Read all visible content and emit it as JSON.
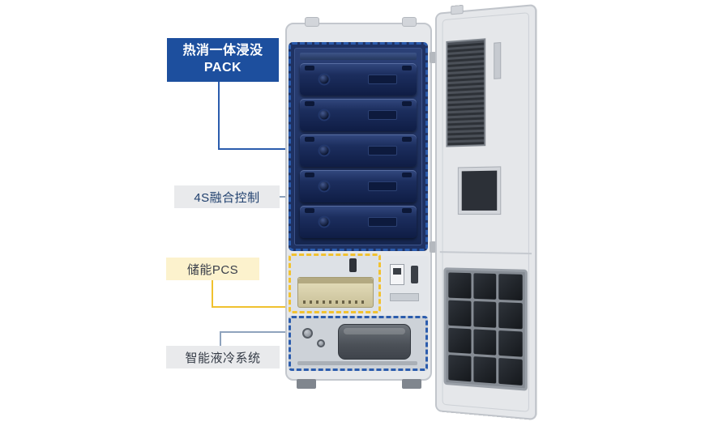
{
  "diagram": {
    "labels": {
      "pack": {
        "line1": "热消一体浸没",
        "line2": "PACK"
      },
      "control": {
        "text": "4S融合控制"
      },
      "pcs": {
        "text": "储能PCS"
      },
      "cooling": {
        "text": "智能液冷系统"
      }
    },
    "colors": {
      "pack_label_bg": "#1d4f9e",
      "pack_label_text": "#ffffff",
      "control_label_bg": "#e9eaec",
      "control_label_text": "#20406e",
      "pcs_label_bg": "#fcf2cd",
      "pcs_label_text": "#3a3f4a",
      "cooling_label_bg": "#e9eaec",
      "cooling_label_text": "#333a45",
      "pack_outline": "#2b5cad",
      "pcs_outline": "#f2c230",
      "cooling_outline": "#2b5cad",
      "pack_connector": "#2b5cad",
      "control_connector": "#8fa3bd",
      "pcs_connector": "#f0c12f",
      "cooling_connector": "#8fa3bd"
    }
  }
}
